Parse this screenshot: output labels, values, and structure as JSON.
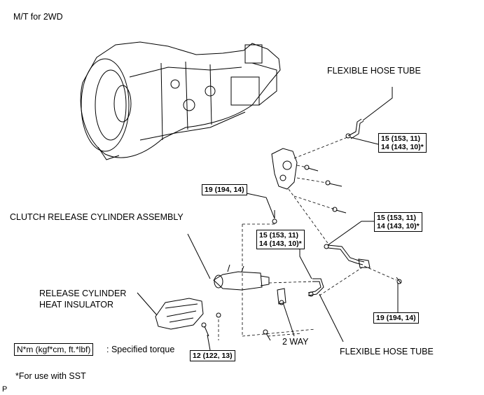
{
  "header": {
    "title": "M/T for 2WD"
  },
  "labels": {
    "flexible_hose_tube_top": "FLEXIBLE HOSE TUBE",
    "flexible_hose_tube_bottom": "FLEXIBLE HOSE TUBE",
    "clutch_release_cylinder": "CLUTCH RELEASE CYLINDER ASSEMBLY",
    "release_insulator_line1": "RELEASE CYLINDER",
    "release_insulator_line2": "HEAT INSULATOR",
    "two_way": "2 WAY"
  },
  "torque": {
    "t1_line1": "15 (153, 11)",
    "t1_line2": "14 (143, 10)*",
    "t2": "19 (194, 14)",
    "t3_line1": "15 (153, 11)",
    "t3_line2": "14 (143, 10)*",
    "t4_line1": "15 (153, 11)",
    "t4_line2": "14 (143, 10)*",
    "t5": "19 (194, 14)",
    "t6": "12 (122, 13)"
  },
  "legend": {
    "unit": "N*m (kgf*cm, ft.*lbf)",
    "description": ": Specified torque",
    "sst_note": "*For use with SST"
  },
  "footer": {
    "mark": "P"
  }
}
